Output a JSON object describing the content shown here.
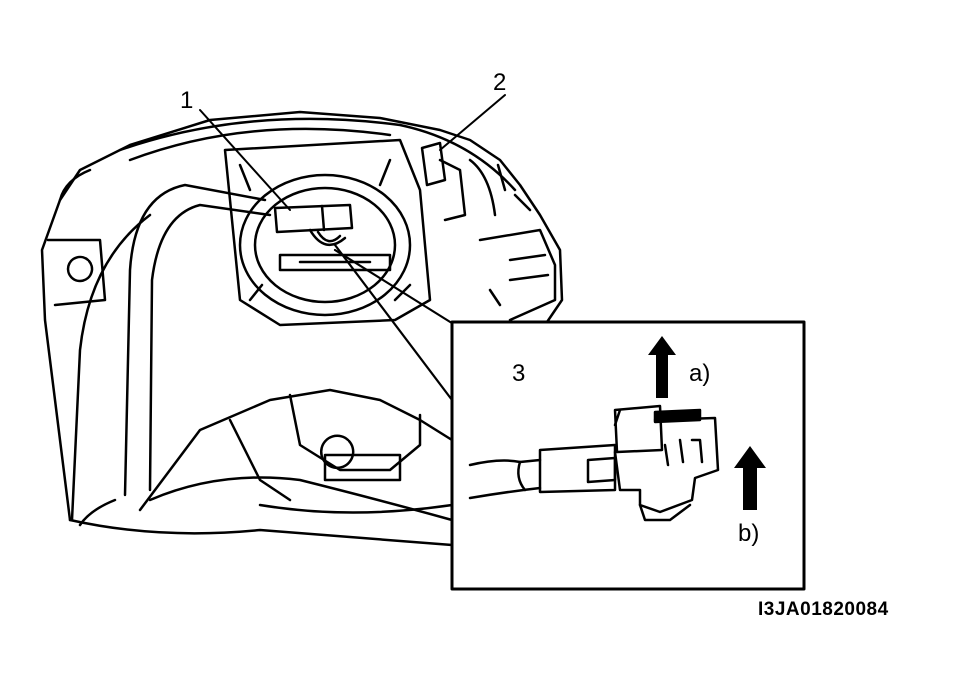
{
  "figure": {
    "code": "I3JA01820084",
    "callouts": {
      "c1": "1",
      "c2": "2",
      "c3": "3",
      "a": "a)",
      "b": "b)"
    }
  },
  "colors": {
    "ink": "#000000",
    "paper": "#ffffff"
  }
}
